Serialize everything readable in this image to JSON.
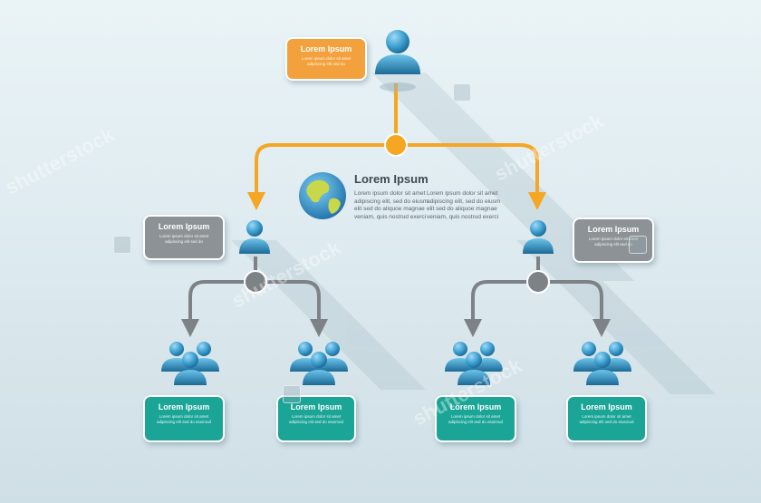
{
  "top_box": {
    "title": "Lorem Ipsum",
    "sub": "Lorem ipsum dolor sit amet adipiscing elit sed do"
  },
  "left_mid_box": {
    "title": "Lorem Ipsum",
    "sub": "Lorem ipsum dolor sit amet adipiscing elit sed do"
  },
  "right_mid_box": {
    "title": "Lorem Ipsum",
    "sub": "Lorem ipsum dolor sit amet adipiscing elit sed do"
  },
  "bottom_boxes": [
    {
      "title": "Lorem Ipsum",
      "sub": "Lorem ipsum dolor sit amet adipiscing elit sed do eiusmod"
    },
    {
      "title": "Lorem Ipsum",
      "sub": "Lorem ipsum dolor sit amet adipiscing elit sed do eiusmod"
    },
    {
      "title": "Lorem Ipsum",
      "sub": "Lorem ipsum dolor sit amet adipiscing elit sed do eiusmod"
    },
    {
      "title": "Lorem Ipsum",
      "sub": "Lorem ipsum dolor sit amet adipiscing elit sed do eiusmod"
    }
  ],
  "center": {
    "title": "Lorem Ipsum",
    "text_left": "Lorem ipsum dolor sit amet adipiscing elit, sed do eiusm elit sed do aliquoe magnae veniam, quis nostrud exerci",
    "text_right": "Lorem ipsum dolor sit amet adipiscing elit, sed do eiusm elit sed do aliquoe magnae veniam, quis nostrud exerci"
  },
  "watermark": "shutterstock",
  "colors": {
    "orange": "#f2a13c",
    "grey": "#8d9296",
    "teal": "#1aa597",
    "person": "#3c9fd1",
    "connector_orange": "#f5a623",
    "connector_grey": "#7d8286"
  }
}
